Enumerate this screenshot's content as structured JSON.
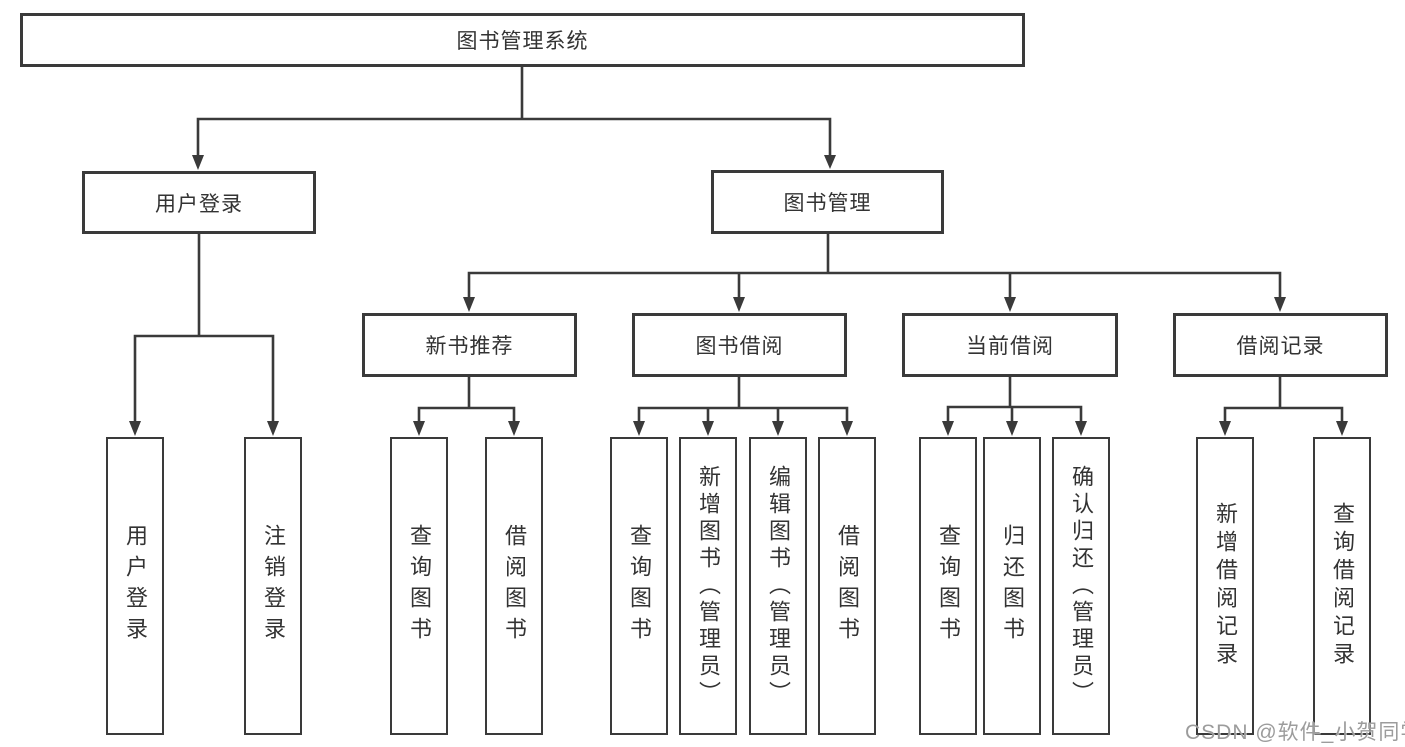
{
  "diagram": {
    "nodes": {
      "root": "图书管理系统",
      "user_login": "用户登录",
      "book_mgmt": "图书管理",
      "new_books": "新书推荐",
      "book_borrow": "图书借阅",
      "current_borrow": "当前借阅",
      "borrow_records": "借阅记录",
      "leaves": {
        "user_login": [
          "用户登录",
          "注销登录"
        ],
        "new_books": [
          "查询图书",
          "借阅图书"
        ],
        "book_borrow": [
          "查询图书",
          "新增图书（管理员）",
          "编辑图书（管理员）",
          "借阅图书"
        ],
        "current_borrow": [
          "查询图书",
          "归还图书",
          "确认归还（管理员）"
        ],
        "borrow_records": [
          "新增借阅记录",
          "查询借阅记录"
        ]
      }
    },
    "watermark": "CSDN @软件_小贺同学",
    "colors": {
      "line": "#3a3a3a",
      "box_border": "#3a3a3a",
      "box_bg": "#ffffff",
      "text": "#333333",
      "watermark": "#9c9c9c",
      "background": "#ffffff"
    }
  }
}
